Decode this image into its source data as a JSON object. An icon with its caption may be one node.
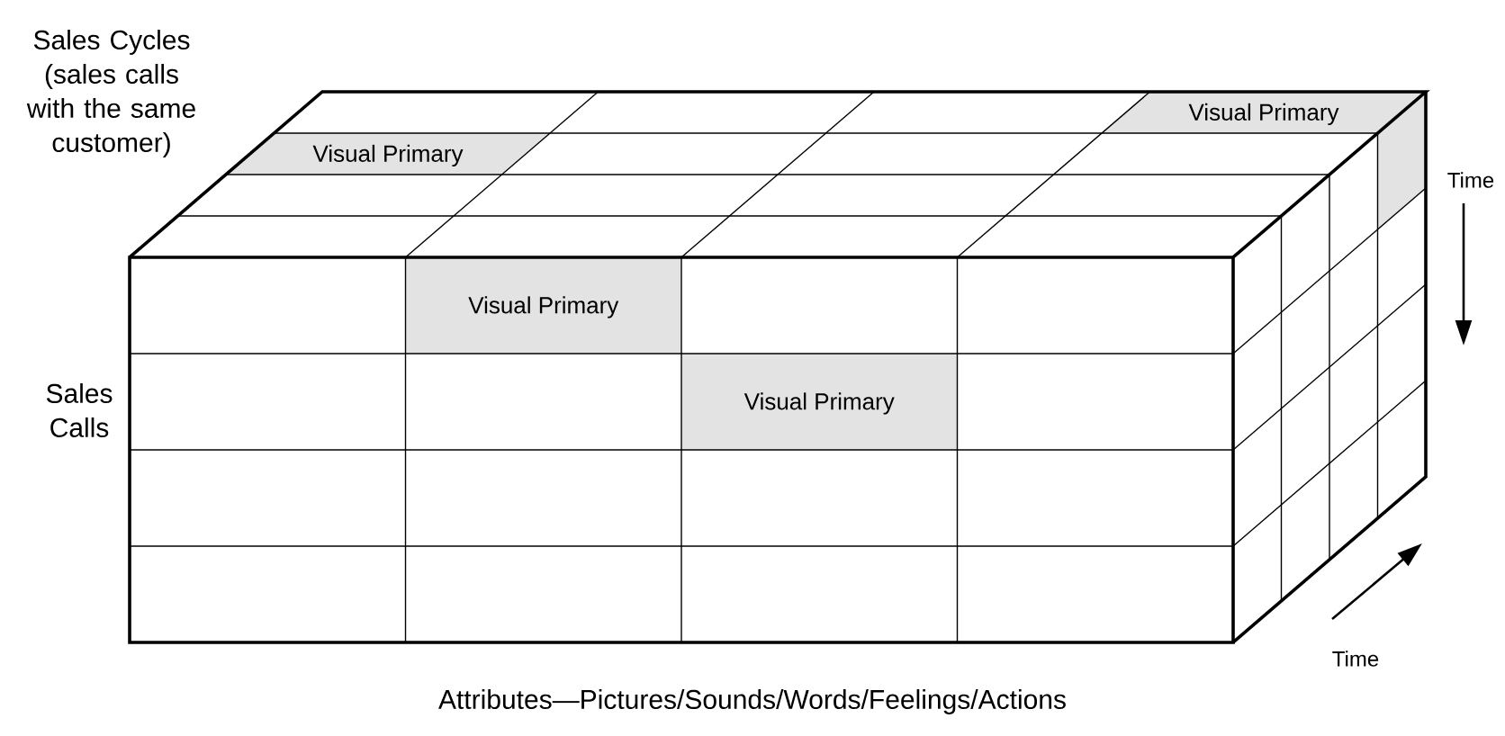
{
  "diagram": {
    "nodes": [
      {
        "text": [
          "Visual Primary"
        ]
      },
      {
        "text": [
          "Visual Primary"
        ]
      },
      {
        "text": [
          "Visual Primary"
        ]
      },
      {
        "text": [
          "Visual Primary"
        ]
      }
    ],
    "labels": [
      "Sales Cycles (sales calls with the same customer)",
      "Time",
      "Sales Calls",
      "Time",
      "Attributes—Pictures/Sounds/Words/Feelings/Actions"
    ]
  }
}
